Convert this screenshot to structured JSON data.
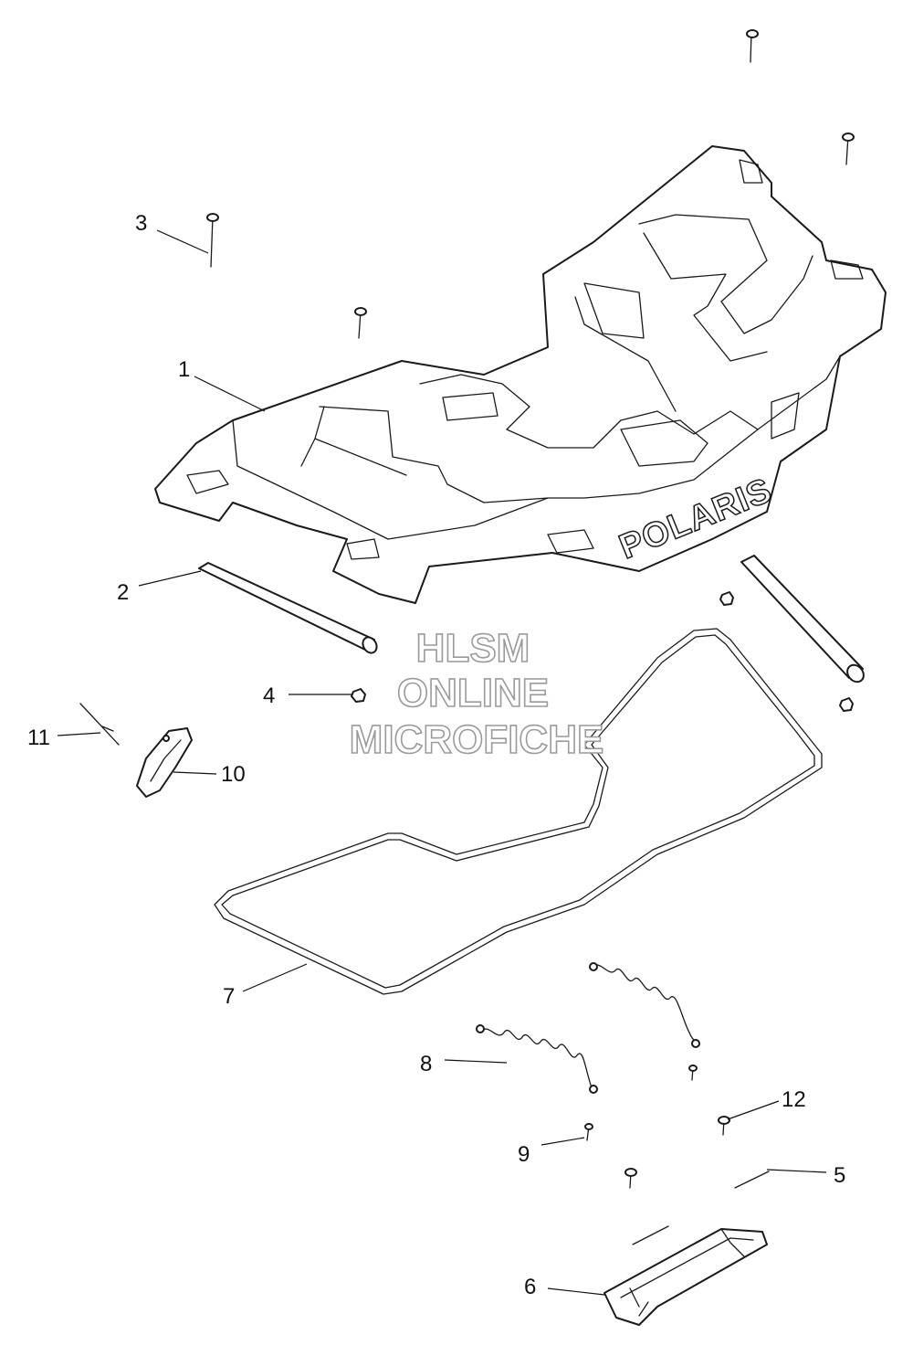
{
  "watermark": {
    "line1": "HLSM",
    "line2": "ONLINE",
    "line3": "MICROFICHE"
  },
  "logo_text": "POLARIS",
  "callouts": [
    {
      "id": "1",
      "part": "front-rack"
    },
    {
      "id": "2",
      "part": "tube-left"
    },
    {
      "id": "3",
      "part": "screw"
    },
    {
      "id": "4",
      "part": "nut"
    },
    {
      "id": "5",
      "part": "pin"
    },
    {
      "id": "6",
      "part": "bracket"
    },
    {
      "id": "7",
      "part": "seal-loop"
    },
    {
      "id": "8",
      "part": "spring"
    },
    {
      "id": "9",
      "part": "screw-small"
    },
    {
      "id": "10",
      "part": "latch"
    },
    {
      "id": "11",
      "part": "cotter-pin"
    },
    {
      "id": "12",
      "part": "screw-12"
    }
  ]
}
